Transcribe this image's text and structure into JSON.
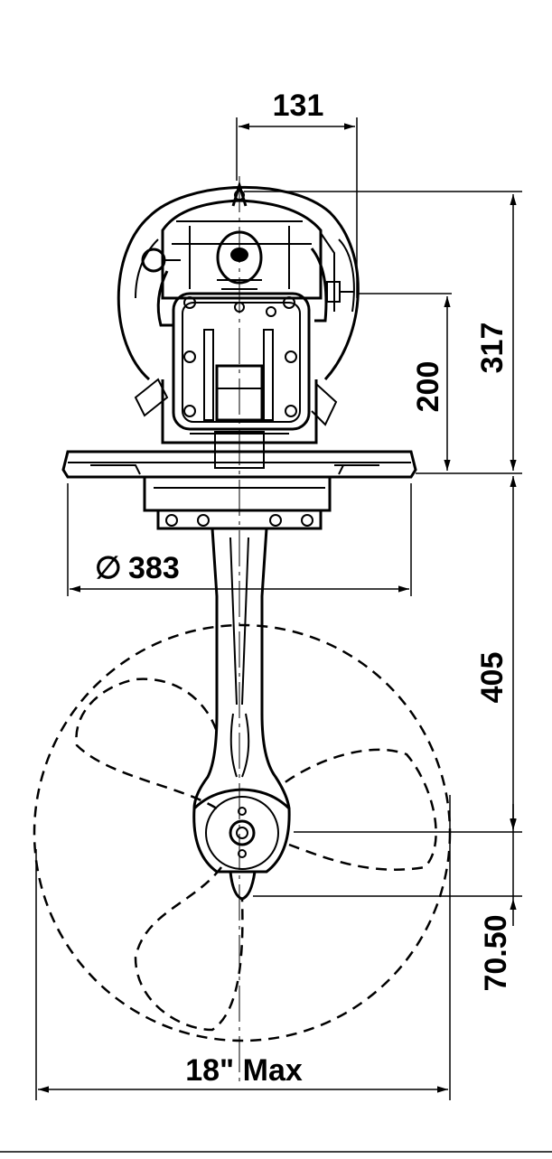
{
  "drawing": {
    "dim_top_width": "131",
    "dim_upper_height": "200",
    "dim_total_height": "317",
    "dim_flange_diameter_symbol": "∅",
    "dim_flange_diameter": "383",
    "dim_leg_length": "405",
    "dim_hub_offset": "70.50",
    "dim_propeller_max": "18\" Max"
  }
}
